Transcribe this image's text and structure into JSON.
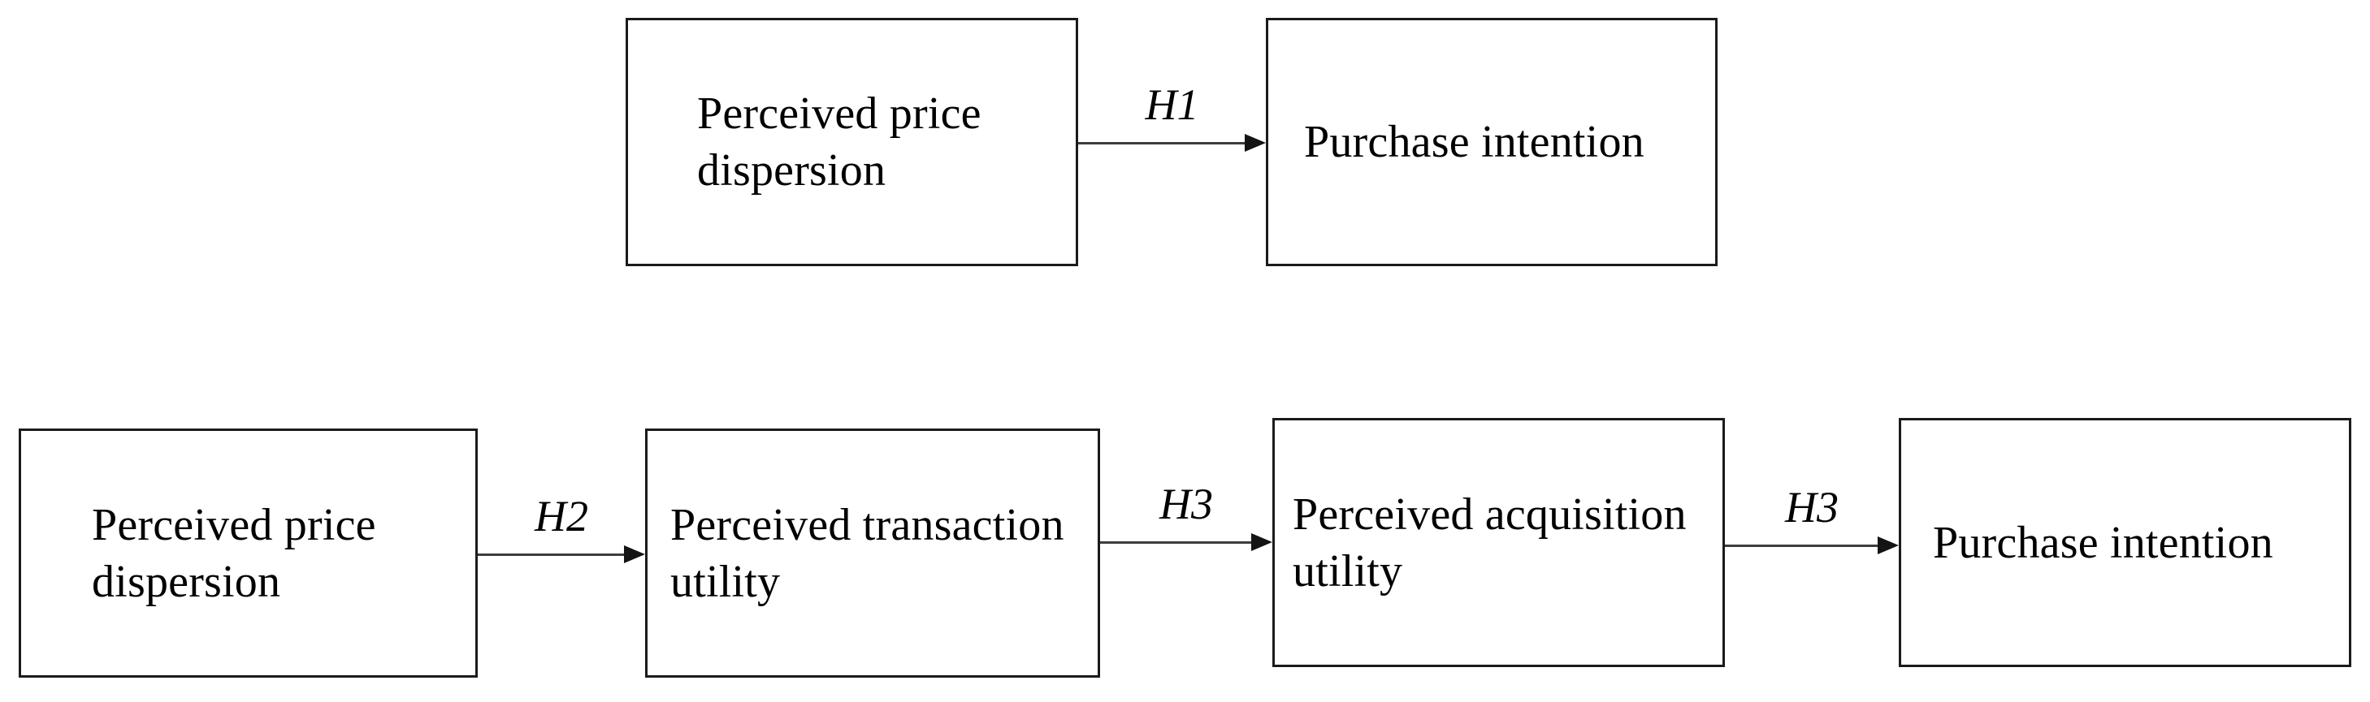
{
  "figure": {
    "kind": "hypothesis-path-diagram",
    "background_color": "#ffffff",
    "colors": {
      "box_border": "#1b1b1b",
      "text": "#000000",
      "arrow_line": "#3d3d3d",
      "arrow_head": "#141414"
    },
    "nodes": [
      {
        "id": "perceived-price-dispersion-top",
        "label": "Perceived price dispersion"
      },
      {
        "id": "purchase-intention-top",
        "label": "Purchase intention"
      },
      {
        "id": "perceived-price-dispersion-bottom",
        "label": "Perceived price dispersion"
      },
      {
        "id": "perceived-transaction-utility",
        "label": "Perceived transaction utility"
      },
      {
        "id": "perceived-acquisition-utility",
        "label": "Perceived acquisition utility"
      },
      {
        "id": "purchase-intention-bottom",
        "label": "Purchase intention"
      }
    ],
    "arrows": [
      {
        "label": "H1",
        "from": "perceived-price-dispersion-top",
        "to": "purchase-intention-top"
      },
      {
        "label": "H2",
        "from": "perceived-price-dispersion-bottom",
        "to": "perceived-transaction-utility"
      },
      {
        "label": "H3",
        "from": "perceived-transaction-utility",
        "to": "perceived-acquisition-utility"
      },
      {
        "label": "H3",
        "from": "perceived-acquisition-utility",
        "to": "purchase-intention-bottom"
      }
    ]
  }
}
